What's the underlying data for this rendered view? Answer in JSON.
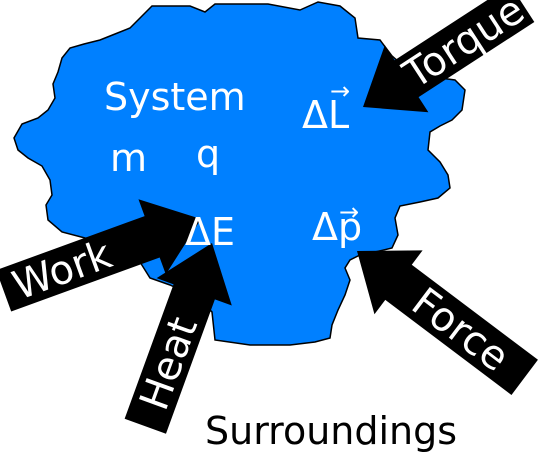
{
  "colors": {
    "system_fill": "#0080ff",
    "system_stroke": "#000000",
    "arrow_fill": "#000000",
    "label_text": "#ffffff",
    "background": "#ffffff",
    "surroundings_text": "#000000"
  },
  "system": {
    "label": "System",
    "mass_symbol": "m",
    "charge_symbol": "q",
    "energy_change": "ΔE",
    "momentum_change": "Δp",
    "angular_momentum_change": "ΔL",
    "vector_marker": "→"
  },
  "arrows": {
    "torque": "Torque",
    "work": "Work",
    "heat": "Heat",
    "force": "Force"
  },
  "surroundings_label": "Surroundings"
}
